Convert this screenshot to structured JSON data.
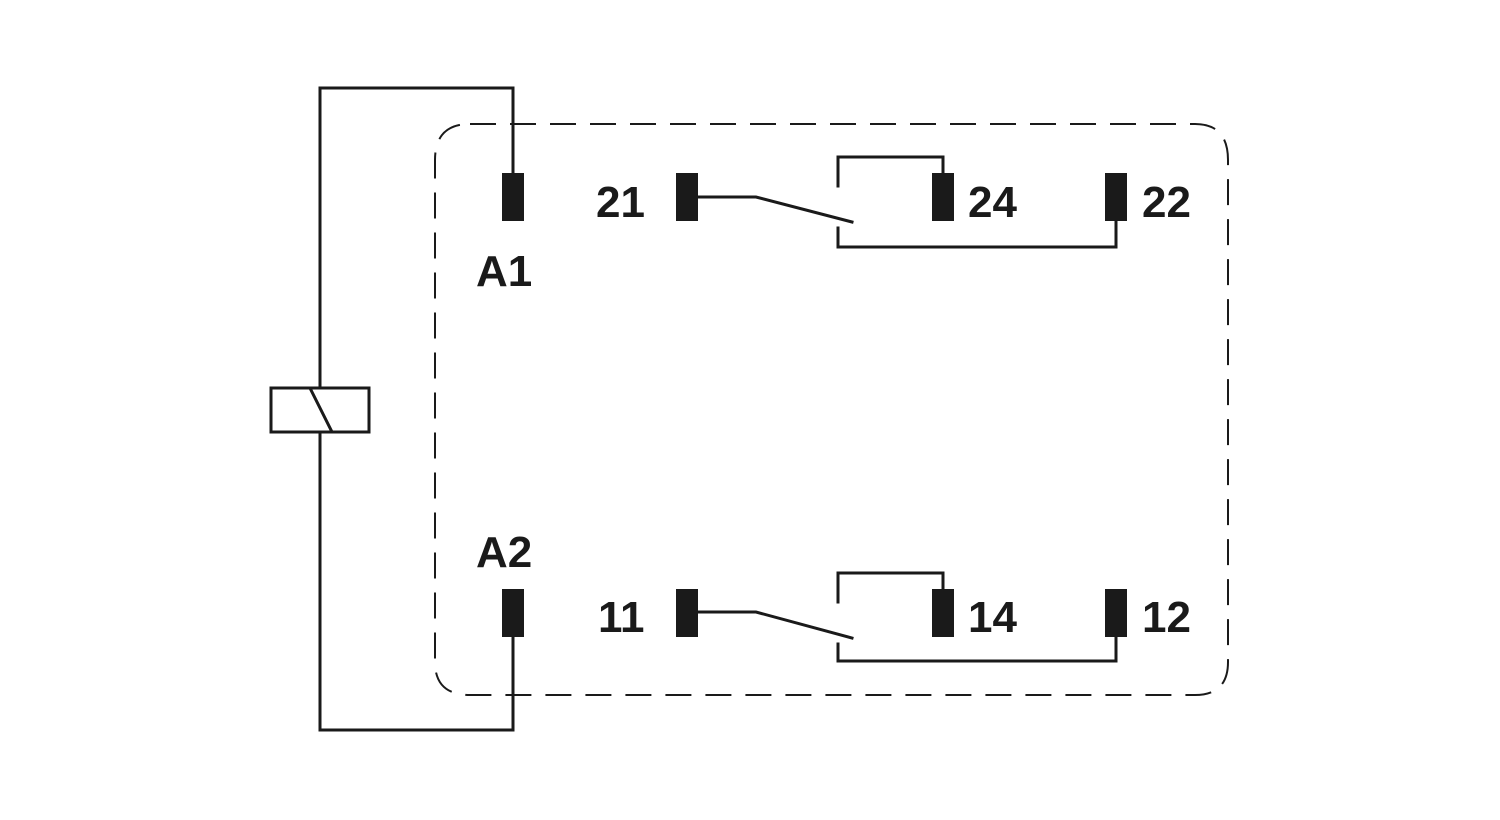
{
  "terminals": {
    "a1": "A1",
    "a2": "A2",
    "c21": "21",
    "c24": "24",
    "c22": "22",
    "c11": "11",
    "c14": "14",
    "c12": "12"
  },
  "colors": {
    "line": "#1a1a1a",
    "background": "#ffffff"
  }
}
